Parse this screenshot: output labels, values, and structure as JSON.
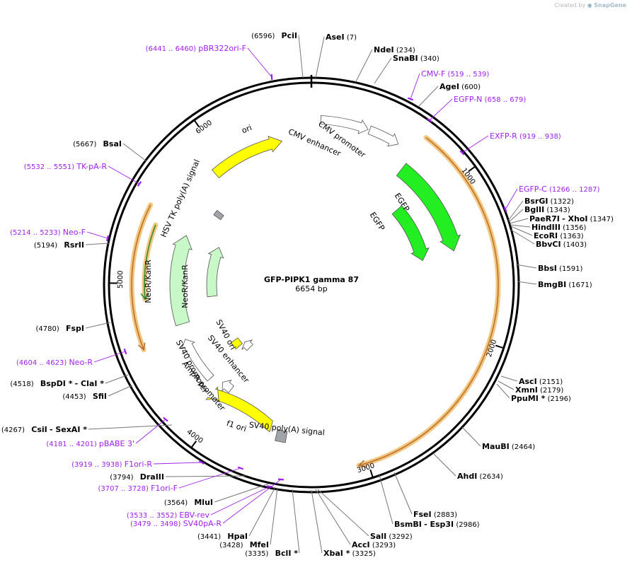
{
  "credit": {
    "prefix": "Created by",
    "brand": "SnapGene"
  },
  "plasmid": {
    "name": "GFP-PIPK1 gamma 87",
    "size_label": "6654 bp",
    "length": 6654
  },
  "ticks": [
    "1000",
    "2000",
    "3000",
    "4000",
    "5000",
    "6000"
  ],
  "sites": [
    {
      "name": "PciI",
      "pos": "(6596)",
      "ann": ""
    },
    {
      "name": "AseI",
      "pos": "(7)",
      "ann": ""
    },
    {
      "name": "NdeI",
      "pos": "(234)",
      "ann": ""
    },
    {
      "name": "SnaBI",
      "pos": "(340)",
      "ann": ""
    },
    {
      "name": "AgeI",
      "pos": "(600)",
      "ann": ""
    },
    {
      "name": "BsrGI",
      "pos": "(1322)",
      "ann": ""
    },
    {
      "name": "BglII",
      "pos": "(1343)",
      "ann": ""
    },
    {
      "name": "PaeR7I",
      "pos": "(1347)",
      "ann": "- XhoI"
    },
    {
      "name": "HindIII",
      "pos": "(1356)",
      "ann": ""
    },
    {
      "name": "EcoRI",
      "pos": "(1363)",
      "ann": ""
    },
    {
      "name": "BbvCI",
      "pos": "(1403)",
      "ann": ""
    },
    {
      "name": "BbsI",
      "pos": "(1591)",
      "ann": ""
    },
    {
      "name": "BmgBI",
      "pos": "(1671)",
      "ann": ""
    },
    {
      "name": "AscI",
      "pos": "(2151)",
      "ann": ""
    },
    {
      "name": "XmnI",
      "pos": "(2179)",
      "ann": ""
    },
    {
      "name": "PpuMI *",
      "pos": "(2196)",
      "ann": ""
    },
    {
      "name": "MauBI",
      "pos": "(2464)",
      "ann": ""
    },
    {
      "name": "AhdI",
      "pos": "(2634)",
      "ann": ""
    },
    {
      "name": "FseI",
      "pos": "(2883)",
      "ann": ""
    },
    {
      "name": "BsmBI",
      "pos": "(2986)",
      "ann": "- Esp3I"
    },
    {
      "name": "SalI",
      "pos": "(3292)",
      "ann": ""
    },
    {
      "name": "AccI",
      "pos": "(3293)",
      "ann": ""
    },
    {
      "name": "XbaI *",
      "pos": "(3325)",
      "ann": ""
    },
    {
      "name": "BclI *",
      "pos": "(3335)",
      "ann": ""
    },
    {
      "name": "MfeI",
      "pos": "(3428)",
      "ann": ""
    },
    {
      "name": "HpaI",
      "pos": "(3441)",
      "ann": ""
    },
    {
      "name": "MluI",
      "pos": "(3564)",
      "ann": ""
    },
    {
      "name": "DraIII",
      "pos": "(3794)",
      "ann": ""
    },
    {
      "name": "CsiI",
      "pos": "(4267)",
      "ann": "- SexAI *"
    },
    {
      "name": "SfiI",
      "pos": "(4453)",
      "ann": ""
    },
    {
      "name": "BspDI *",
      "pos": "(4518)",
      "ann": "- ClaI *"
    },
    {
      "name": "FspI",
      "pos": "(4780)",
      "ann": ""
    },
    {
      "name": "RsrII",
      "pos": "(5194)",
      "ann": ""
    },
    {
      "name": "BsaI",
      "pos": "(5667)",
      "ann": ""
    }
  ],
  "primers": [
    {
      "name": "pBR322ori-F",
      "range": "(6441 .. 6460)"
    },
    {
      "name": "CMV-F",
      "range": "(519 .. 539)"
    },
    {
      "name": "EGFP-N",
      "range": "(658 .. 679)"
    },
    {
      "name": "EXFP-R",
      "range": "(919 .. 938)"
    },
    {
      "name": "EGFP-C",
      "range": "(1266 .. 1287)"
    },
    {
      "name": "TK-pA-R",
      "range": "(5532 .. 5551)"
    },
    {
      "name": "Neo-F",
      "range": "(5214 .. 5233)"
    },
    {
      "name": "Neo-R",
      "range": "(4604 .. 4623)"
    },
    {
      "name": "pBABE 3'",
      "range": "(4181 .. 4201)"
    },
    {
      "name": "F1ori-R",
      "range": "(3919 .. 3938)"
    },
    {
      "name": "F1ori-F",
      "range": "(3707 .. 3728)"
    },
    {
      "name": "EBV-rev",
      "range": "(3533 .. 3552)"
    },
    {
      "name": "SV40pA-R",
      "range": "(3479 .. 3498)"
    }
  ],
  "features": [
    {
      "label": "CMV enhancer",
      "kind": "promoter"
    },
    {
      "label": "CMV promoter",
      "kind": "promoter"
    },
    {
      "label": "EGFP",
      "kind": "cds"
    },
    {
      "label": "EGFP",
      "kind": "cds"
    },
    {
      "label": "ori",
      "kind": "rep"
    },
    {
      "label": "HSV TK poly(A) signal",
      "kind": "term"
    },
    {
      "label": "NeoR/KanR",
      "kind": "marker"
    },
    {
      "label": "NeoR/KanR",
      "kind": "marker"
    },
    {
      "label": "SV40 ori",
      "kind": "rep"
    },
    {
      "label": "SV40 enhancer",
      "kind": "promoter"
    },
    {
      "label": "SV40 promoter",
      "kind": "promoter"
    },
    {
      "label": "AmpR promoter",
      "kind": "promoter"
    },
    {
      "label": "f1 ori",
      "kind": "rep"
    },
    {
      "label": "SV40 poly(A) signal",
      "kind": "term"
    }
  ],
  "colors": {
    "backbone": "#000000",
    "primer": "#a020f0",
    "cds": "#22ee22",
    "marker": "#c8f7c8",
    "rep": "#ffff00",
    "promoter": "#ffffff",
    "terminator": "#a0a4a8",
    "orf_highlight": "#f5c77e",
    "orf_arrow": "#b87333",
    "neo_orf_arrow": "#2e8b2e",
    "leader_line": "#777777"
  }
}
